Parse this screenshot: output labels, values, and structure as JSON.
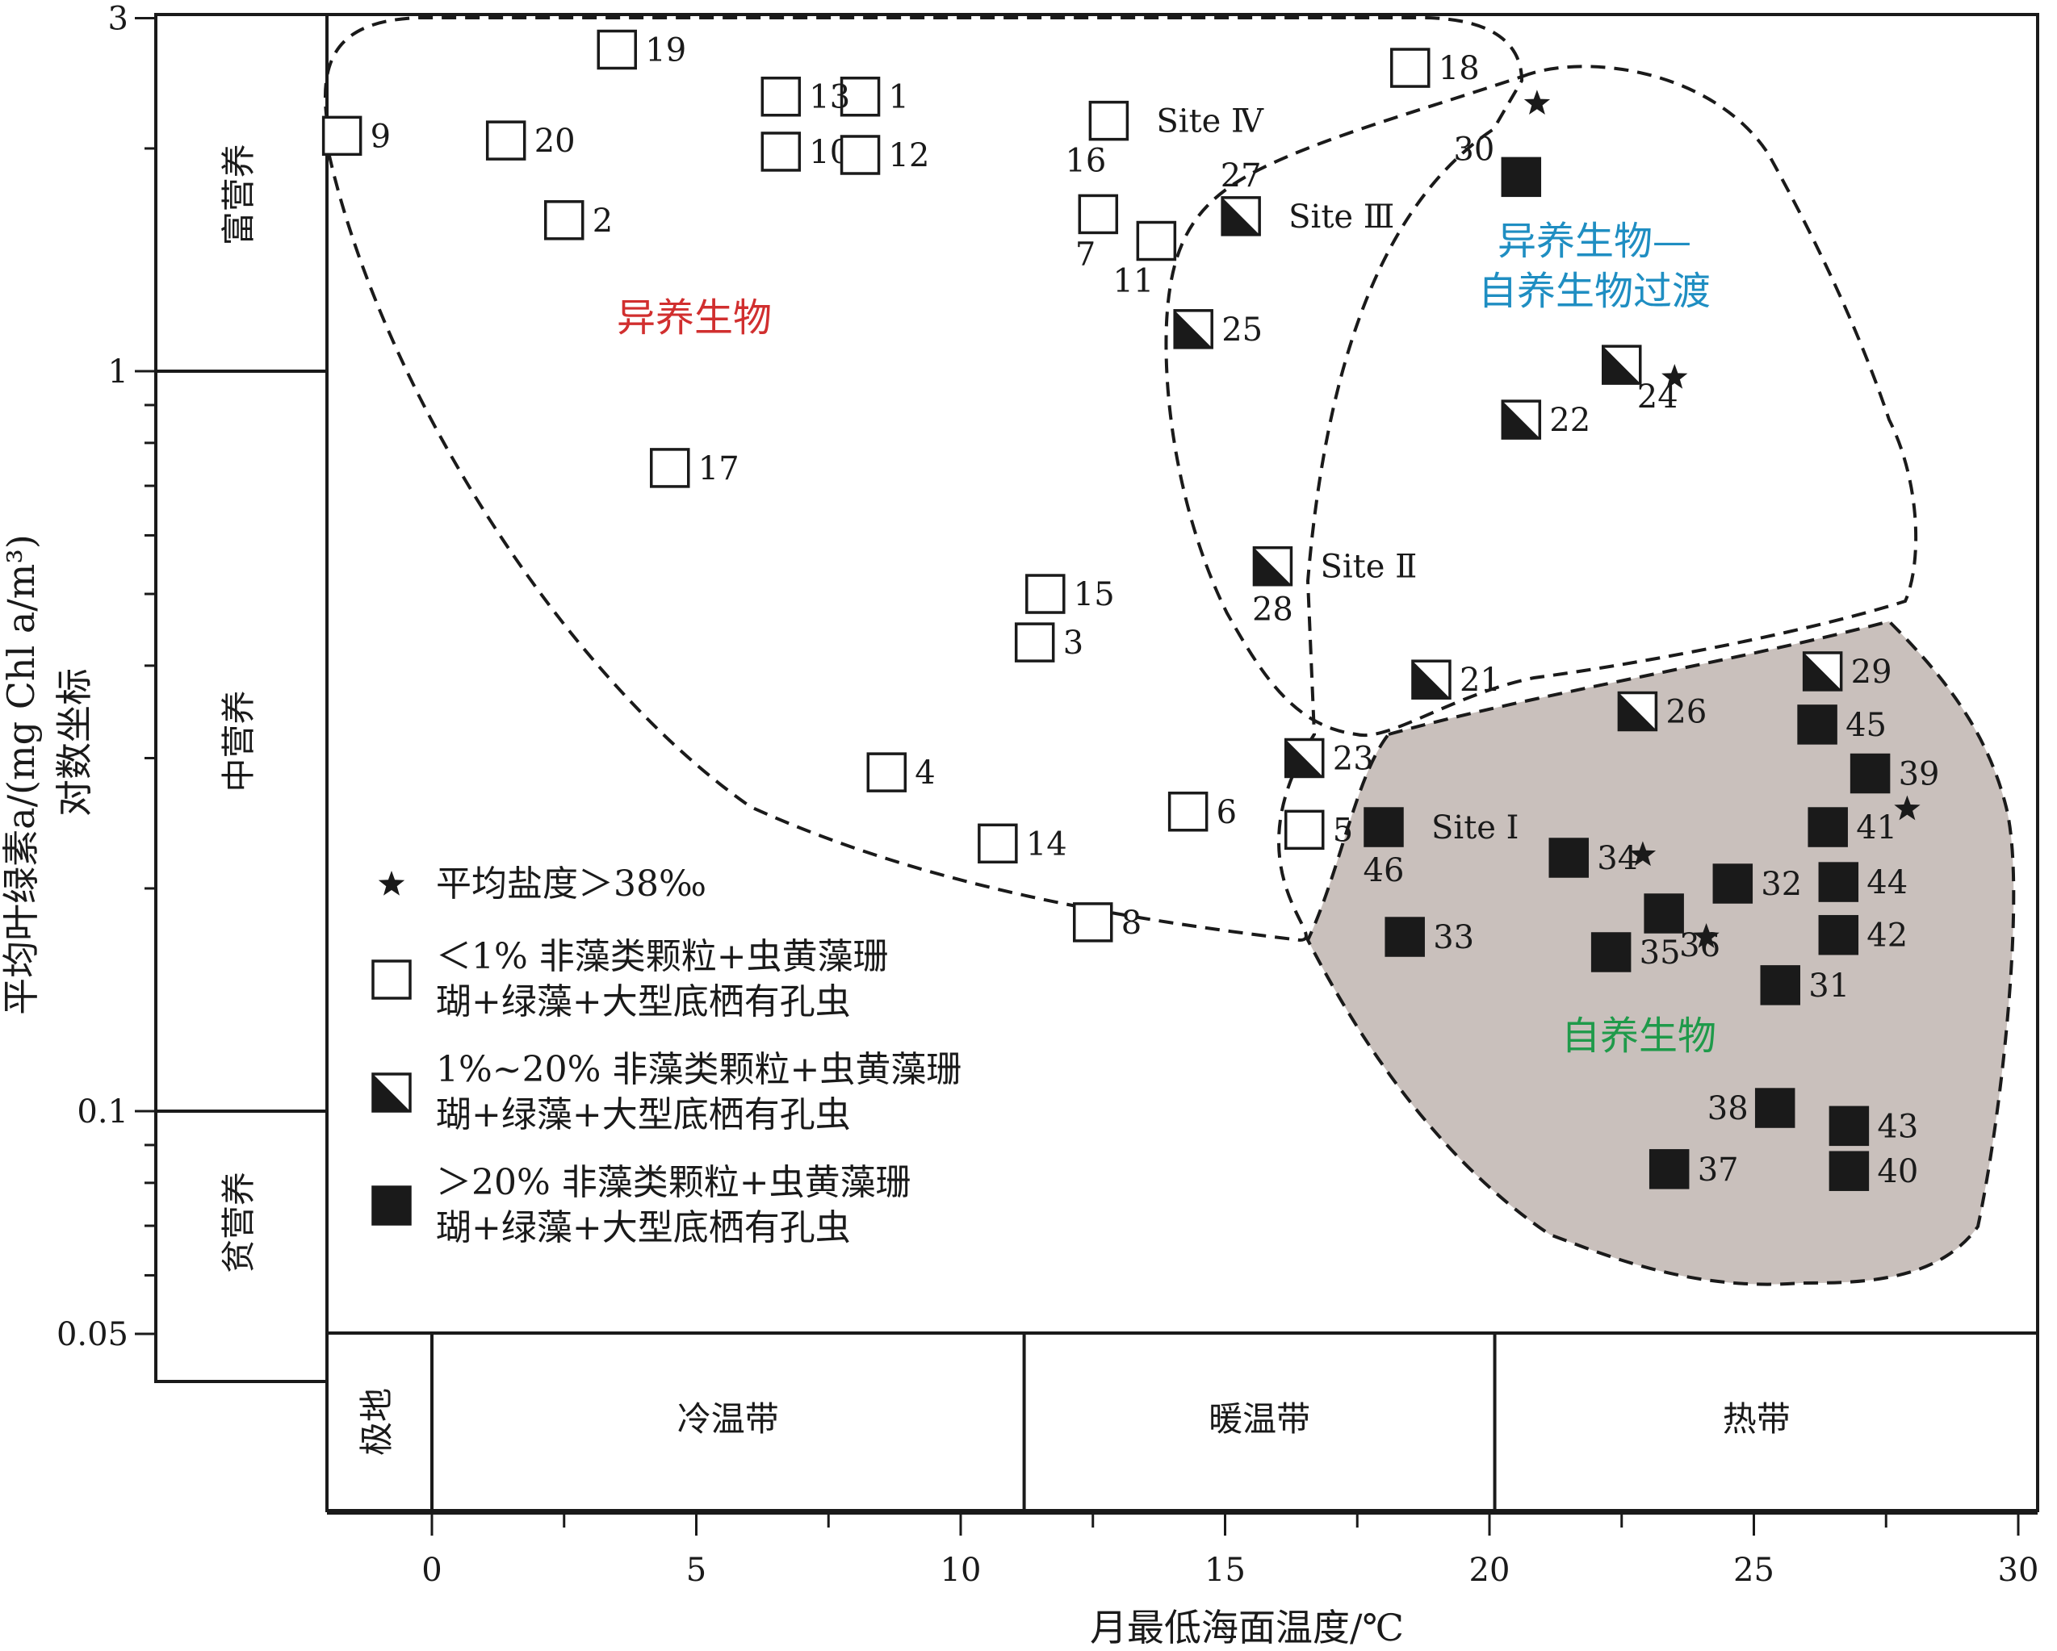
{
  "chart_data": {
    "type": "scatter",
    "title": "",
    "xlabel": "月最低海面温度/℃",
    "ylabel": "平均叶绿素a/(mg Chl a/m³)",
    "ylabel_2": "对数坐标",
    "xlim": [
      -2,
      30
    ],
    "ylim": [
      0.05,
      3
    ],
    "yscale": "log",
    "x_ticks": [
      0,
      5,
      10,
      15,
      20,
      25,
      30
    ],
    "y_ticks": [
      {
        "value": 0.05,
        "label": "0.05"
      },
      {
        "value": 0.1,
        "label": "0.1"
      },
      {
        "value": 1,
        "label": "1"
      },
      {
        "value": 3,
        "label": "3"
      }
    ],
    "trophic_zones": [
      {
        "label": "富营养",
        "from": 1,
        "to": 3
      },
      {
        "label": "中营养",
        "from": 0.1,
        "to": 1
      },
      {
        "label": "贫营养",
        "from": 0.05,
        "to": 0.1
      }
    ],
    "climate_zones": [
      {
        "label": "极地",
        "from": -2,
        "to": 0
      },
      {
        "label": "冷温带",
        "from": 0,
        "to": 11.2
      },
      {
        "label": "暖温带",
        "from": 11.2,
        "to": 20.1
      },
      {
        "label": "热带",
        "from": 20.1,
        "to": 30
      }
    ],
    "regions": [
      {
        "name": "异养生物",
        "color": "#d12f2f"
      },
      {
        "name": "异养生物—\n自养生物过渡",
        "color": "#1f8ec2"
      },
      {
        "name": "自养生物",
        "color": "#1f9a4a",
        "fill": "#c9c0bc"
      }
    ],
    "legend": [
      {
        "marker": "star",
        "text": "平均盐度＞38‰"
      },
      {
        "marker": "open",
        "text": "＜1% 非藻类颗粒+虫黄藻珊\n瑚+绿藻+大型底栖有孔虫"
      },
      {
        "marker": "half",
        "text": "1%~20% 非藻类颗粒+虫黄藻珊\n瑚+绿藻+大型底栖有孔虫"
      },
      {
        "marker": "filled",
        "text": "＞20% 非藻类颗粒+虫黄藻珊\n瑚+绿藻+大型底栖有孔虫"
      }
    ],
    "series": [
      {
        "name": "＜1% 非藻类颗粒+虫黄藻珊瑚+绿藻+大型底栖有孔虫",
        "marker": "open",
        "points": [
          {
            "label": "1",
            "x": 8.1,
            "y": 2.35,
            "labelPos": "right"
          },
          {
            "label": "2",
            "x": 2.5,
            "y": 1.6,
            "labelPos": "right"
          },
          {
            "label": "3",
            "x": 11.4,
            "y": 0.43,
            "labelPos": "right"
          },
          {
            "label": "4",
            "x": 8.6,
            "y": 0.287,
            "labelPos": "right"
          },
          {
            "label": "5",
            "x": 16.5,
            "y": 0.24,
            "labelPos": "right"
          },
          {
            "label": "6",
            "x": 14.3,
            "y": 0.254,
            "labelPos": "right"
          },
          {
            "label": "7",
            "x": 12.6,
            "y": 1.63,
            "labelPos": "below-left"
          },
          {
            "label": "8",
            "x": 12.5,
            "y": 0.18,
            "labelPos": "right"
          },
          {
            "label": "9",
            "x": -1.7,
            "y": 2.08,
            "labelPos": "right"
          },
          {
            "label": "10",
            "x": 6.6,
            "y": 1.98,
            "labelPos": "right"
          },
          {
            "label": "11",
            "x": 13.7,
            "y": 1.5,
            "labelPos": "below-left"
          },
          {
            "label": "12",
            "x": 8.1,
            "y": 1.96,
            "labelPos": "right"
          },
          {
            "label": "13",
            "x": 6.6,
            "y": 2.35,
            "labelPos": "right"
          },
          {
            "label": "14",
            "x": 10.7,
            "y": 0.23,
            "labelPos": "right"
          },
          {
            "label": "15",
            "x": 11.6,
            "y": 0.5,
            "labelPos": "right"
          },
          {
            "label": "16",
            "x": 12.8,
            "y": 2.18,
            "labelPos": "below-left"
          },
          {
            "label": "17",
            "x": 4.5,
            "y": 0.74,
            "labelPos": "right"
          },
          {
            "label": "18",
            "x": 18.5,
            "y": 2.57,
            "labelPos": "right"
          },
          {
            "label": "19",
            "x": 3.5,
            "y": 2.72,
            "labelPos": "right"
          },
          {
            "label": "20",
            "x": 1.4,
            "y": 2.05,
            "labelPos": "right"
          },
          {
            "label": "Site Ⅳ",
            "x": 12.8,
            "y": 2.18,
            "labelPos": "right"
          }
        ]
      },
      {
        "name": "1%~20% 非藻类颗粒+虫黄藻珊瑚+绿藻+大型底栖有孔虫",
        "marker": "half",
        "points": [
          {
            "label": "21",
            "x": 18.9,
            "y": 0.383,
            "labelPos": "right"
          },
          {
            "label": "22",
            "x": 20.6,
            "y": 0.86,
            "labelPos": "right"
          },
          {
            "label": "23",
            "x": 16.5,
            "y": 0.3,
            "labelPos": "right"
          },
          {
            "label": "24",
            "x": 22.5,
            "y": 1.02,
            "labelPos": "below-right"
          },
          {
            "label": "25",
            "x": 14.4,
            "y": 1.14,
            "labelPos": "right"
          },
          {
            "label": "26",
            "x": 22.8,
            "y": 0.347,
            "labelPos": "right"
          },
          {
            "label": "27",
            "x": 15.3,
            "y": 1.62,
            "labelPos": "above"
          },
          {
            "label": "28",
            "x": 15.9,
            "y": 0.545,
            "labelPos": "below"
          },
          {
            "label": "29",
            "x": 26.3,
            "y": 0.393,
            "labelPos": "right"
          },
          {
            "label": "Site Ⅲ",
            "x": 15.3,
            "y": 1.62,
            "labelPos": "right"
          },
          {
            "label": "Site Ⅱ",
            "x": 15.9,
            "y": 0.545,
            "labelPos": "right"
          }
        ]
      },
      {
        "name": "＞20% 非藻类颗粒+虫黄藻珊瑚+绿藻+大型底栖有孔虫",
        "marker": "filled",
        "points": [
          {
            "label": "30",
            "x": 20.6,
            "y": 1.83,
            "labelPos": "above-left"
          },
          {
            "label": "31",
            "x": 25.5,
            "y": 0.148,
            "labelPos": "right"
          },
          {
            "label": "32",
            "x": 24.6,
            "y": 0.203,
            "labelPos": "right"
          },
          {
            "label": "33",
            "x": 18.4,
            "y": 0.172,
            "labelPos": "right"
          },
          {
            "label": "34",
            "x": 21.5,
            "y": 0.22,
            "labelPos": "right"
          },
          {
            "label": "35",
            "x": 22.3,
            "y": 0.164,
            "labelPos": "right"
          },
          {
            "label": "36",
            "x": 23.3,
            "y": 0.185,
            "labelPos": "below-right"
          },
          {
            "label": "37",
            "x": 23.4,
            "y": 0.0835,
            "labelPos": "right"
          },
          {
            "label": "38",
            "x": 25.4,
            "y": 0.101,
            "labelPos": "left"
          },
          {
            "label": "39",
            "x": 27.2,
            "y": 0.286,
            "labelPos": "right"
          },
          {
            "label": "40",
            "x": 26.8,
            "y": 0.083,
            "labelPos": "right"
          },
          {
            "label": "41",
            "x": 26.4,
            "y": 0.242,
            "labelPos": "right"
          },
          {
            "label": "42",
            "x": 26.6,
            "y": 0.173,
            "labelPos": "right"
          },
          {
            "label": "43",
            "x": 26.8,
            "y": 0.0955,
            "labelPos": "right"
          },
          {
            "label": "44",
            "x": 26.6,
            "y": 0.204,
            "labelPos": "right"
          },
          {
            "label": "45",
            "x": 26.2,
            "y": 0.333,
            "labelPos": "right"
          },
          {
            "label": "46",
            "x": 18.0,
            "y": 0.242,
            "labelPos": "below"
          },
          {
            "label": "Site Ⅰ",
            "x": 18.0,
            "y": 0.242,
            "labelPos": "right"
          }
        ]
      },
      {
        "name": "平均盐度＞38‰",
        "marker": "star",
        "points": [
          {
            "x": 20.9,
            "y": 2.3
          },
          {
            "x": 23.5,
            "y": 0.98
          },
          {
            "x": 22.9,
            "y": 0.222
          },
          {
            "x": 24.1,
            "y": 0.172
          },
          {
            "x": 27.9,
            "y": 0.256
          }
        ]
      }
    ]
  }
}
